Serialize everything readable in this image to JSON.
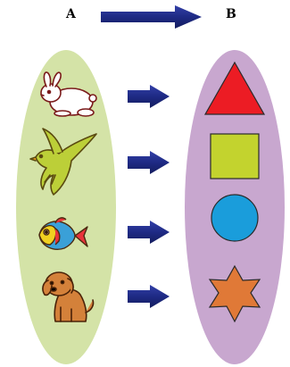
{
  "diagram": {
    "set_a": {
      "label": "A",
      "fill_color": "#d4e3a7",
      "items": [
        {
          "name": "rabbit",
          "icon": "rabbit-icon"
        },
        {
          "name": "bird",
          "icon": "bird-icon"
        },
        {
          "name": "fish",
          "icon": "fish-icon"
        },
        {
          "name": "dog",
          "icon": "dog-icon"
        }
      ]
    },
    "set_b": {
      "label": "B",
      "fill_color": "#c8a7cf",
      "items": [
        {
          "name": "triangle",
          "color": "#ec1c24"
        },
        {
          "name": "square",
          "color": "#c3d32e"
        },
        {
          "name": "circle",
          "color": "#1a9ddb"
        },
        {
          "name": "star",
          "color": "#e07937"
        }
      ]
    },
    "mapping": [
      {
        "from": "rabbit",
        "to": "triangle"
      },
      {
        "from": "bird",
        "to": "square"
      },
      {
        "from": "fish",
        "to": "circle"
      },
      {
        "from": "dog",
        "to": "star"
      }
    ],
    "arrow_color": "#1e2a84"
  }
}
